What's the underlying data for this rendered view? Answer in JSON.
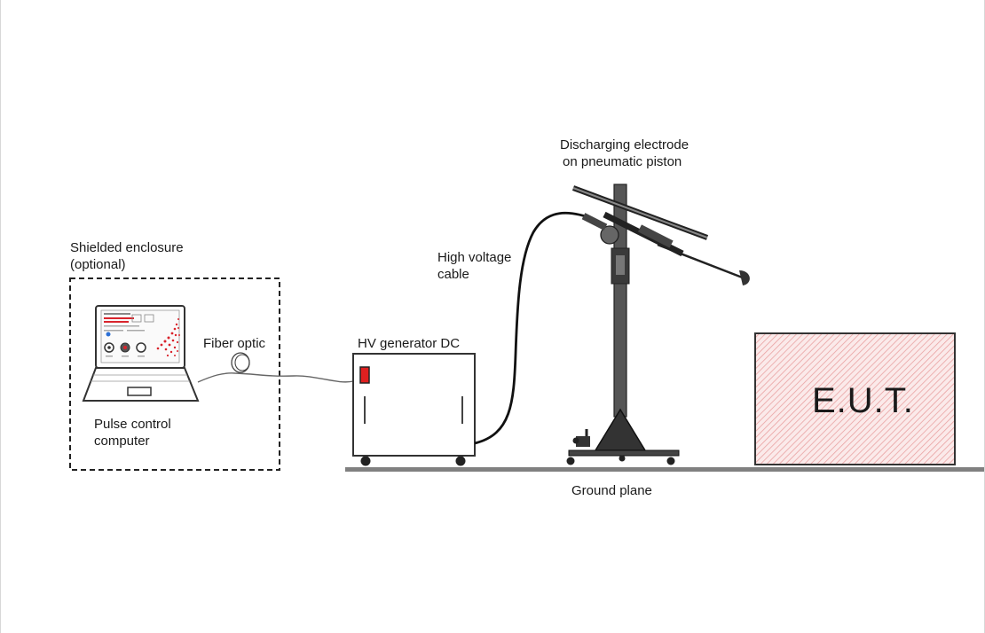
{
  "labels": {
    "enclosure_line1": "Shielded enclosure",
    "enclosure_line2": "(optional)",
    "fiber": "Fiber optic",
    "computer_line1": "Pulse control",
    "computer_line2": "computer",
    "generator": "HV generator DC",
    "cable_line1": "High voltage",
    "cable_line2": "cable",
    "electrode_line1": "Discharging electrode",
    "electrode_line2": "on pneumatic piston",
    "ground": "Ground plane",
    "eut": "E.U.T."
  },
  "colors": {
    "line": "#222222",
    "ground": "#808080",
    "indicator": "#e02020",
    "eut_hatch": "#e9a2a2",
    "eut_fill": "#fbeaea",
    "screen_accent": "#d9242c"
  }
}
